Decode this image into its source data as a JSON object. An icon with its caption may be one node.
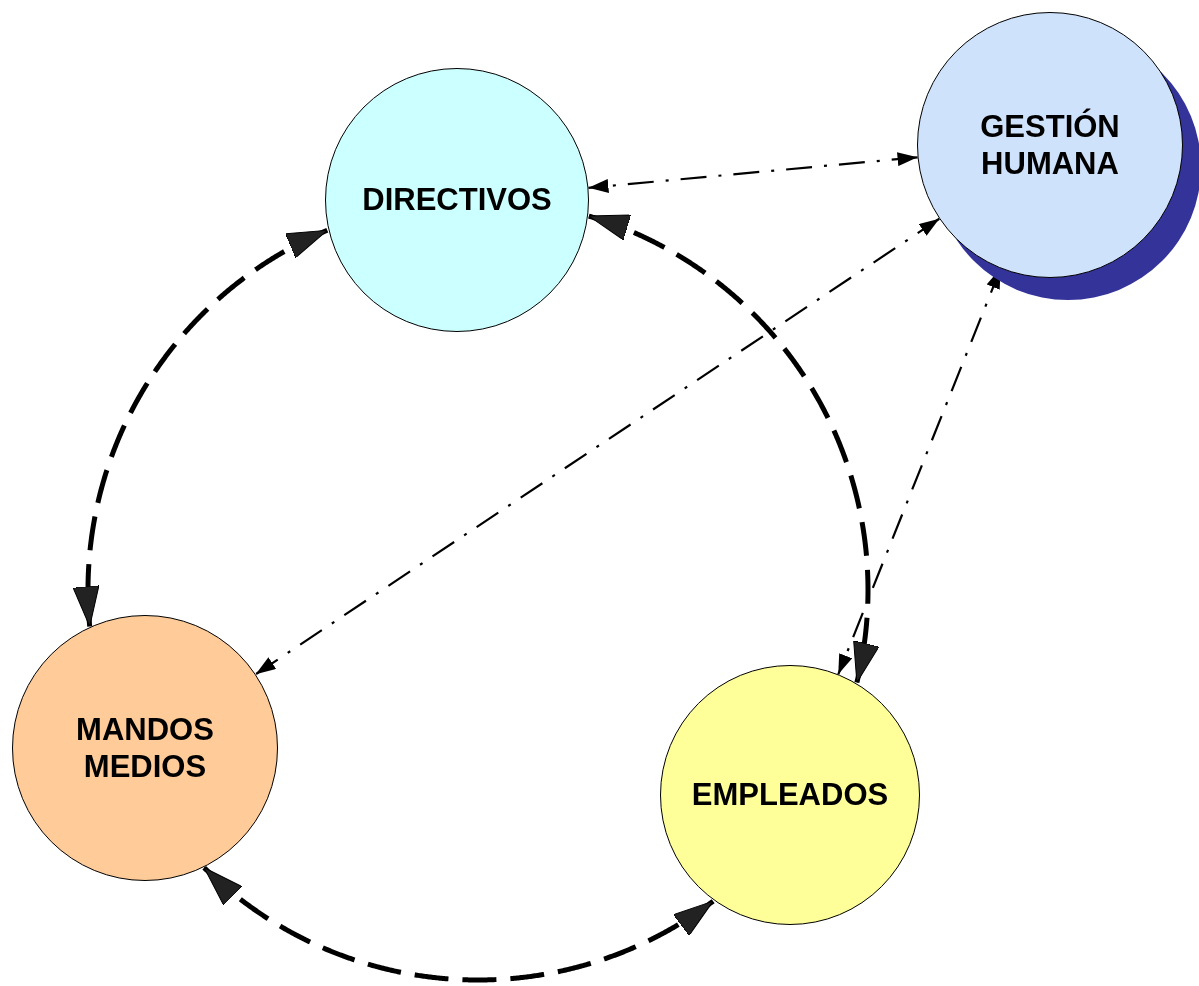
{
  "diagram": {
    "nodes": [
      {
        "text": [
          "DIRECTIVOS"
        ]
      },
      {
        "text": [
          "GESTIÓN HUMANA"
        ]
      },
      {
        "text": [
          "MANDOS MEDIOS"
        ]
      },
      {
        "text": [
          "EMPLEADOS"
        ]
      }
    ],
    "edges": [
      {
        "from": 0,
        "to": 3,
        "arrow": "both",
        "style": "dashed"
      },
      {
        "from": 0,
        "to": 2,
        "arrow": "both",
        "style": "dashed"
      },
      {
        "from": 2,
        "to": 3,
        "arrow": "both",
        "style": "dashed"
      },
      {
        "from": 1,
        "to": 0,
        "arrow": "both",
        "style": "dashed"
      },
      {
        "from": 1,
        "to": 2,
        "arrow": "both",
        "style": "dashed"
      },
      {
        "from": 1,
        "to": 3,
        "arrow": "both",
        "style": "dashed"
      }
    ]
  }
}
